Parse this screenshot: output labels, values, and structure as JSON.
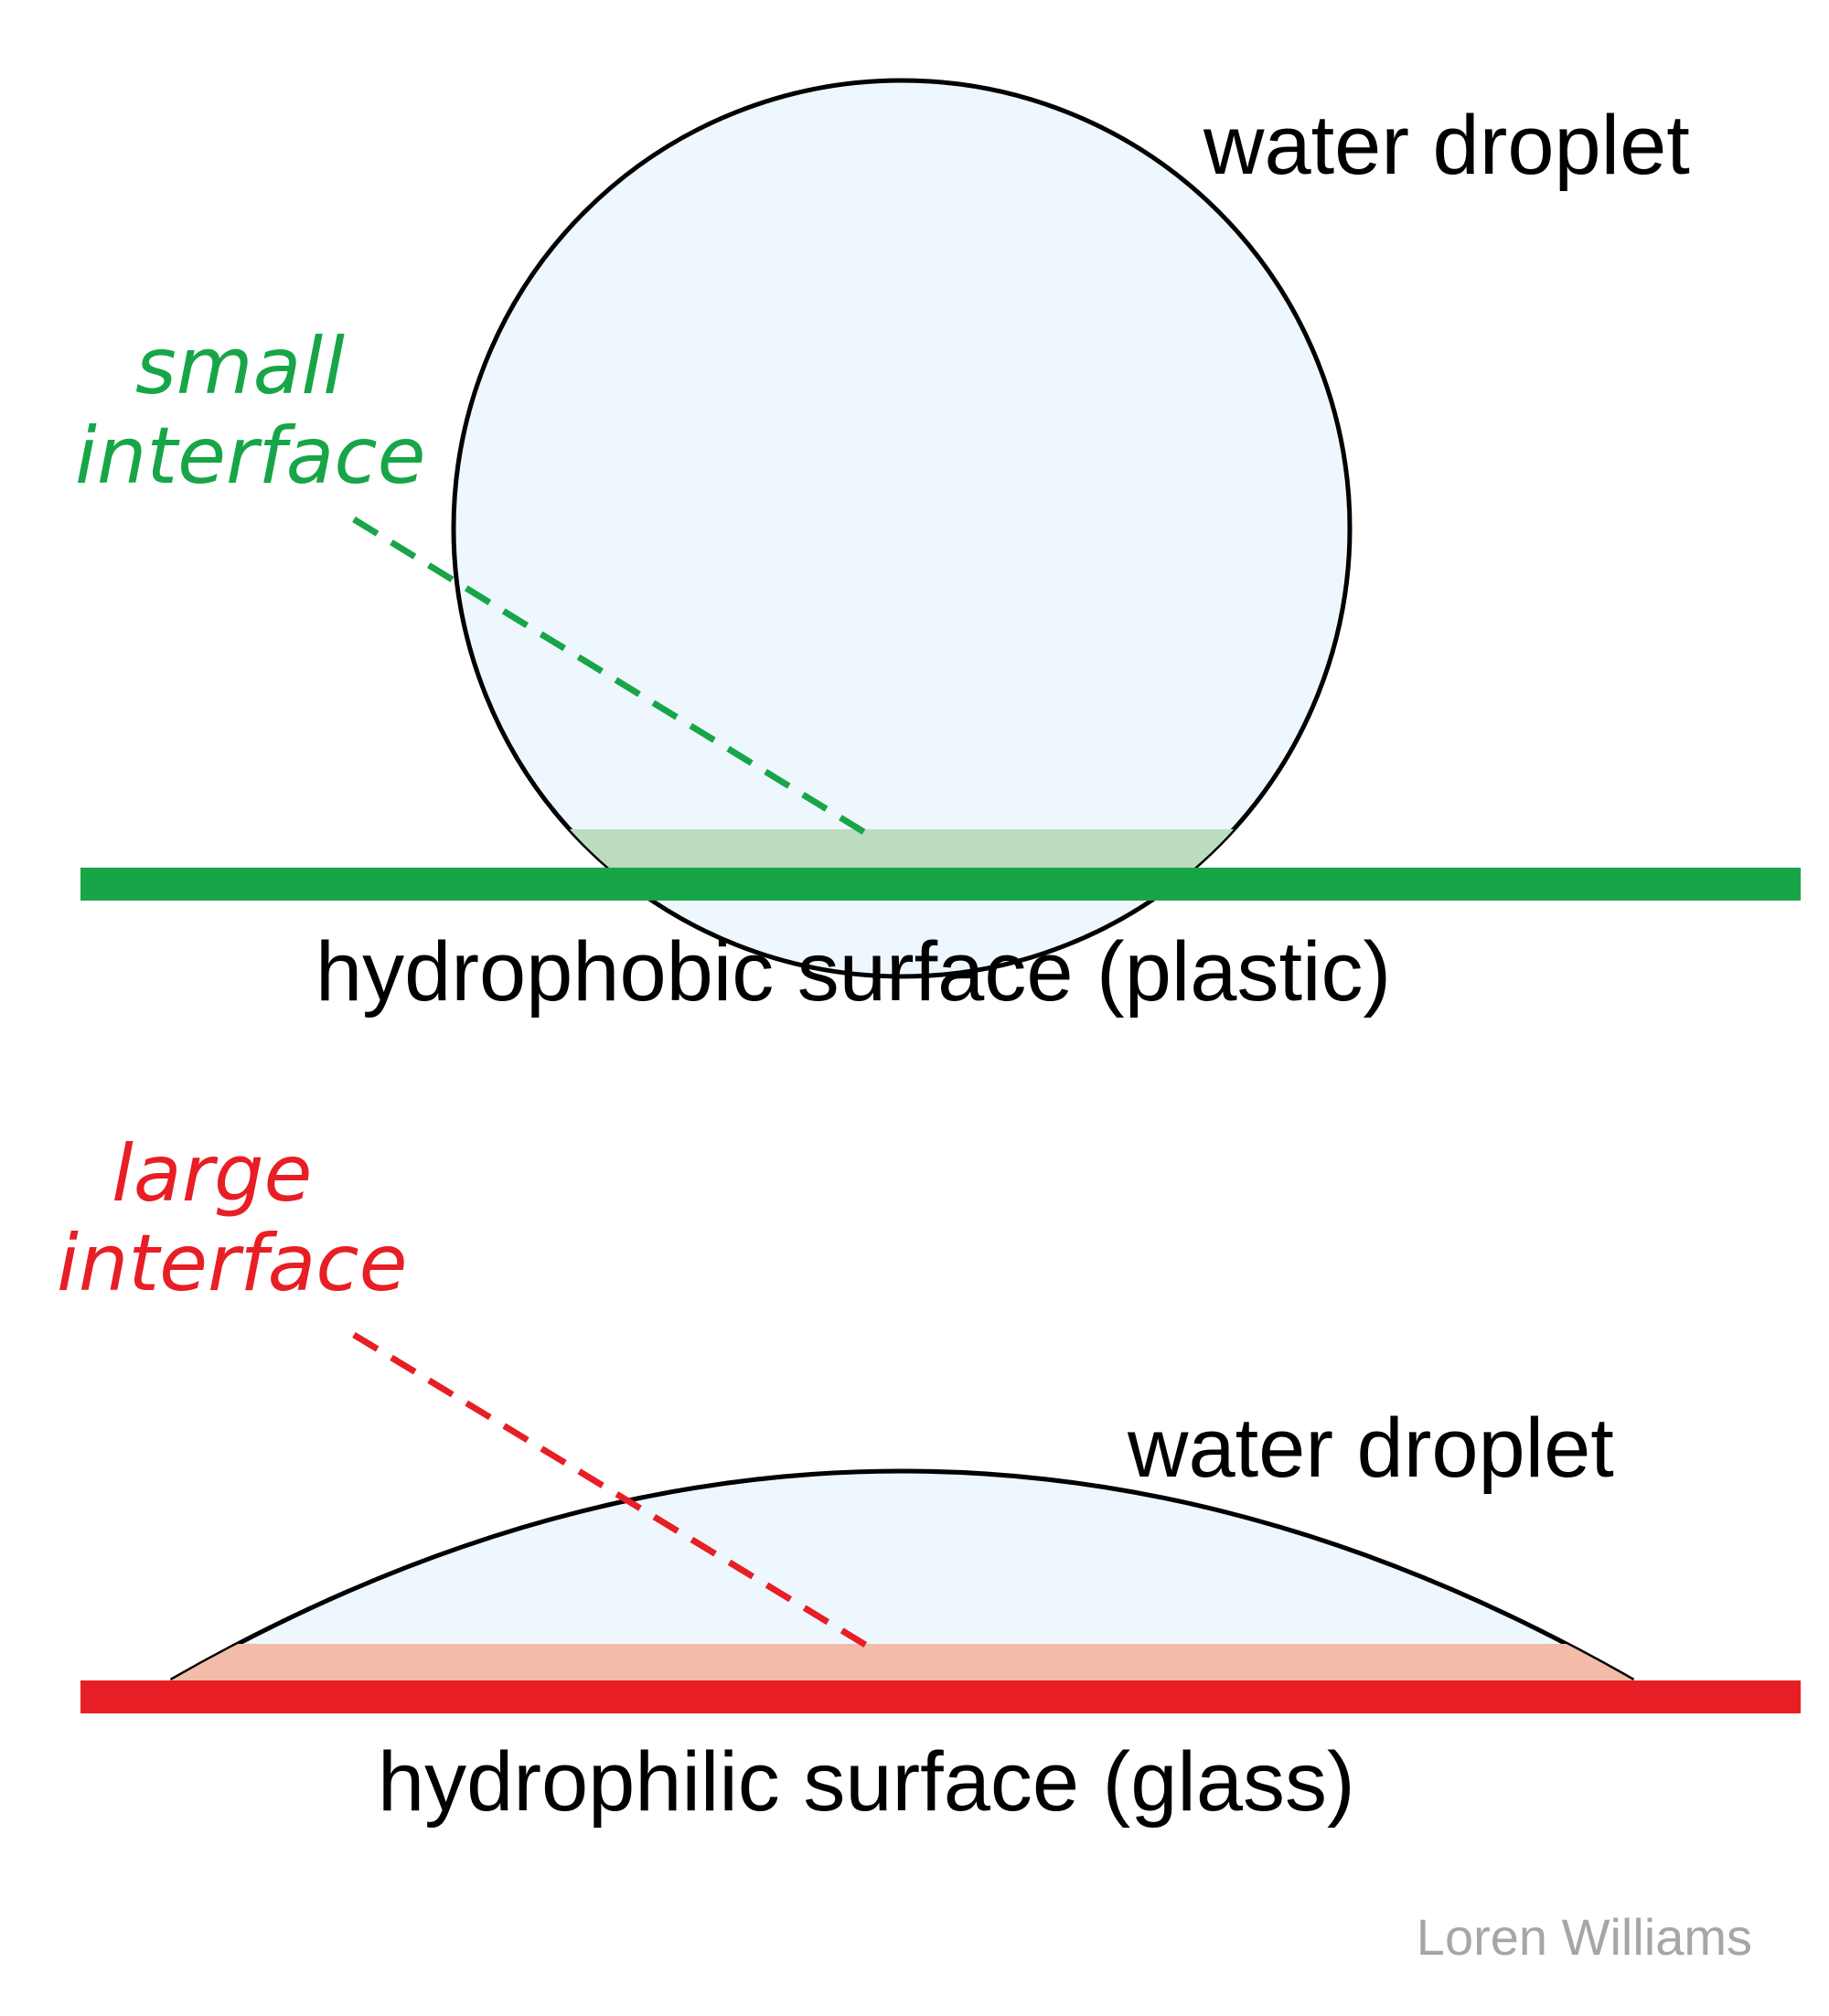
{
  "top_panel": {
    "droplet_label": "water droplet",
    "interface_label_line1": "small",
    "interface_label_line2": "interface",
    "surface_label": "hydrophobic surface (plastic)"
  },
  "bottom_panel": {
    "droplet_label": "water droplet",
    "interface_label_line1": "large",
    "interface_label_line2": "interface",
    "surface_label": "hydrophilic surface (glass)"
  },
  "credit": "Loren Williams",
  "colors": {
    "droplet_fill": "#eef7fd",
    "outline": "#000000",
    "hydrophobic_surface": "#17a548",
    "hydrophobic_interface": "#bcdcc0",
    "hydrophilic_surface": "#e81e25",
    "hydrophilic_interface": "#f2bca8",
    "small_interface_text": "#17a548",
    "large_interface_text": "#e81e25",
    "credit_text": "#a6a6a6"
  }
}
